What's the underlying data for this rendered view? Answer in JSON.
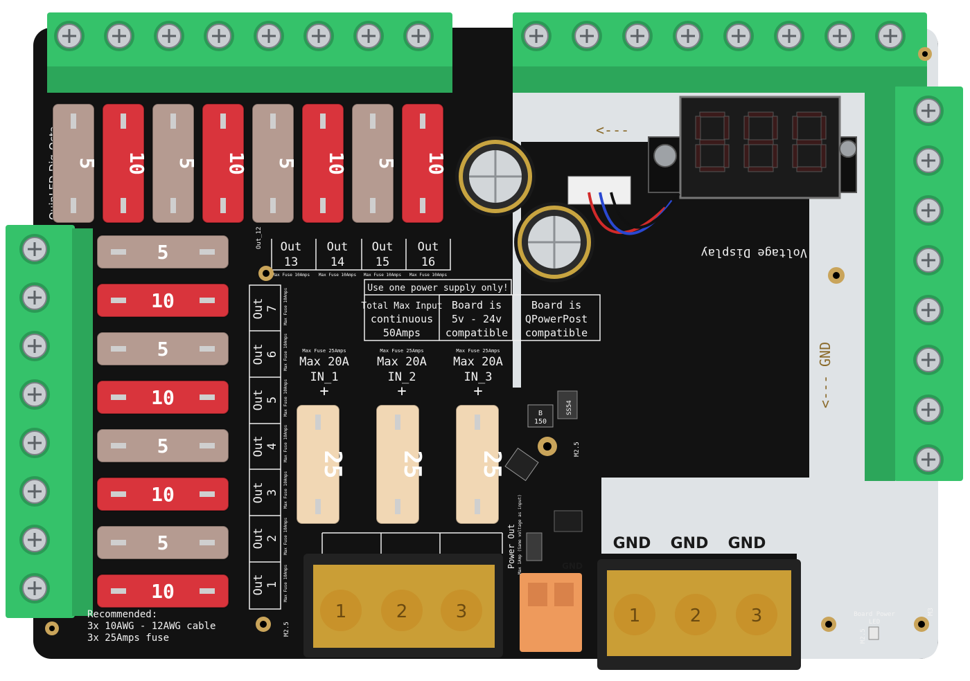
{
  "board": {
    "name": "QuinLED-Dig-Octa",
    "colors": {
      "pcb_black": "#121212",
      "pcb_white": "#dfe3e6",
      "terminal_green": "#35c26a",
      "fuse_red": "#d9343c",
      "fuse_tan": "#b59b91",
      "fuse_cream": "#f1d7b4",
      "terminal_amber": "#e7b43a",
      "connector_orange": "#ee9a5c",
      "display_red": "#ff2a2a"
    }
  },
  "top_fuses": [
    "5",
    "10",
    "5",
    "10",
    "5",
    "10",
    "5",
    "10"
  ],
  "side_fuses": [
    "5",
    "10",
    "5",
    "10",
    "5",
    "10",
    "5",
    "10"
  ],
  "input_fuses": [
    "25",
    "25",
    "25"
  ],
  "out_labels_top": [
    {
      "line1": "Out",
      "line2": "13"
    },
    {
      "line1": "Out",
      "line2": "14"
    },
    {
      "line1": "Out",
      "line2": "15"
    },
    {
      "line1": "Out",
      "line2": "16"
    }
  ],
  "out_labels_side": [
    {
      "line1": "Out",
      "line2": "7"
    },
    {
      "line1": "Out",
      "line2": "6"
    },
    {
      "line1": "Out",
      "line2": "5"
    },
    {
      "line1": "Out",
      "line2": "4"
    },
    {
      "line1": "Out",
      "line2": "3"
    },
    {
      "line1": "Out",
      "line2": "2"
    },
    {
      "line1": "Out",
      "line2": "1"
    }
  ],
  "max_fuse_small": "Max Fuse 10Amps",
  "max_fuse_input": "Max Fuse 25Amps",
  "power_notice": "Use one power supply only!",
  "info_boxes": {
    "total": [
      "Total Max Input",
      "continuous",
      "50Amps"
    ],
    "voltage": [
      "Board is",
      "5v - 24v",
      "compatible"
    ],
    "qpower": [
      "Board is",
      "QPowerPost",
      "compatible"
    ]
  },
  "inputs": [
    {
      "max": "Max 20A",
      "name": "IN_1",
      "sign": "+"
    },
    {
      "max": "Max 20A",
      "name": "IN_2",
      "sign": "+"
    },
    {
      "max": "Max 20A",
      "name": "IN_3",
      "sign": "+"
    }
  ],
  "gnd_labels": [
    "GND",
    "GND",
    "GND"
  ],
  "gnd_small": "GND",
  "gnd_vertical": "GND",
  "arrow_vertical": "<---",
  "arrow_top": "<---",
  "voltage_display": "Voltage Display",
  "power_out": {
    "title": "Power Out",
    "note": "Max 1Amp (Same voltage as input)"
  },
  "recommended": [
    "Recommended:",
    "3x 10AWG - 12AWG cable",
    "3x 25Amps fuse"
  ],
  "board_power_led": [
    "Board Power",
    "LED"
  ],
  "mount_label": "M2.5",
  "mount_label_m3": "M3",
  "diode_label": "SS54",
  "inductor_label": "B 150",
  "output_pin_label": "Out_12",
  "terminal_numbers": [
    "1",
    "2",
    "3"
  ]
}
